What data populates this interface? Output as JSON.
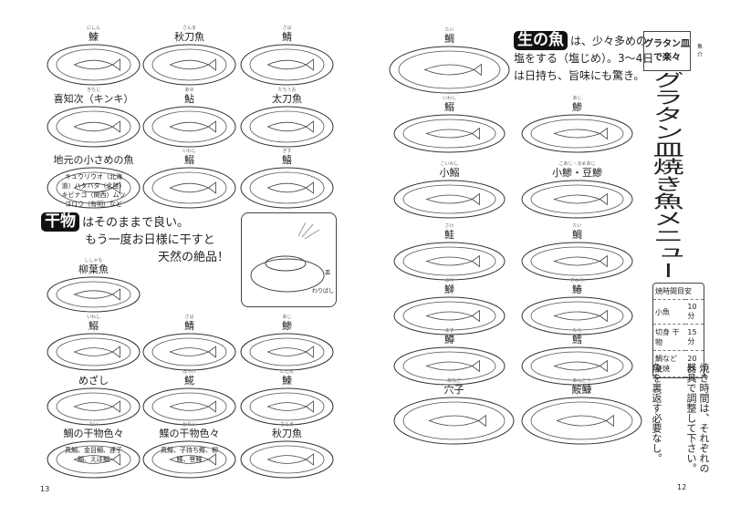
{
  "left_page": {
    "page_number": "13",
    "dishes_top": [
      {
        "ruby": "にしん",
        "label": "鰊"
      },
      {
        "ruby": "さんま",
        "label": "秋刀魚"
      },
      {
        "ruby": "さば",
        "label": "鯖"
      },
      {
        "ruby": "きちじ",
        "label": "喜知次（キンキ）"
      },
      {
        "ruby": "あゆ",
        "label": "鮎"
      },
      {
        "ruby": "たちうお",
        "label": "太刀魚"
      },
      {
        "ruby": "",
        "label": "地元の小さめの魚",
        "plate_text": "キュウリウオ（北海道）ハタハタ（北陸）キビナゴ（関西）ムツゴロウ（有明）など"
      },
      {
        "ruby": "いわし",
        "label": "鰯"
      },
      {
        "ruby": "きす",
        "label": "鱚"
      }
    ],
    "himono": {
      "badge": "干物",
      "line1": "はそのままで良い。",
      "line2": "もう一度お日様に干すと",
      "line3": "天然の絶品！",
      "illus_labels": [
        "皿",
        "わりばし"
      ]
    },
    "dishes_bottom": [
      {
        "ruby": "ししゃも",
        "label": "柳葉魚"
      },
      {
        "ruby": "いわし",
        "label": "鰯"
      },
      {
        "ruby": "さば",
        "label": "鯖"
      },
      {
        "ruby": "あじ",
        "label": "鯵"
      },
      {
        "ruby": "",
        "label": "めざし"
      },
      {
        "ruby": "ほっけ",
        "label": "𩸽"
      },
      {
        "ruby": "にしん",
        "label": "鰊"
      },
      {
        "ruby": "たい",
        "label": "鯛の干物色々",
        "plate_text": "真鯛、金目鯛、連子鯛、えぼ鯛"
      },
      {
        "ruby": "かれい",
        "label": "鰈の干物色々",
        "plate_text": "真鰈、子持ち鰈、柳鰈、笹鰈"
      },
      {
        "ruby": "さんま",
        "label": "秋刀魚"
      }
    ]
  },
  "right_page": {
    "page_number": "12",
    "category_box": "グラタン皿で楽々",
    "category": "魚介",
    "title": "グラタン皿焼き魚メニュー",
    "namazakana": {
      "badge": "生の魚",
      "line1": "は、少々多めの",
      "line2": "塩をする（塩じめ）。3〜4日",
      "line3": "は日持ち、旨味にも驚き。"
    },
    "dishes": [
      {
        "ruby": "たい",
        "label": "鯛"
      },
      {
        "ruby": "いわし",
        "label": "鰯"
      },
      {
        "ruby": "あじ",
        "label": "鯵"
      },
      {
        "ruby": "こいわし",
        "label": "小鰯"
      },
      {
        "ruby": "こあじ・まめあじ",
        "label": "小鯵・豆鯵"
      },
      {
        "ruby": "さけ",
        "label": "鮭"
      },
      {
        "ruby": "たい",
        "label": "鯛"
      },
      {
        "ruby": "ぶり",
        "label": "鰤"
      },
      {
        "ruby": "さわら",
        "label": "鰆"
      },
      {
        "ruby": "ます",
        "label": "鱒"
      },
      {
        "ruby": "たら",
        "label": "鱈"
      },
      {
        "ruby": "あなご",
        "label": "穴子"
      },
      {
        "ruby": "あんこう",
        "label": "鮟鱇"
      }
    ],
    "time_table": {
      "header": "焼時間目安",
      "rows": [
        {
          "item": "小魚",
          "time": "10分"
        },
        {
          "item": "切身 干物",
          "time": "15分"
        },
        {
          "item": "鯛など 姿焼",
          "time": "20分"
        }
      ]
    },
    "note1": "焼き時間は、それぞれの器具で調整して下さい。",
    "note2": "魚を裏返す必要なし。"
  }
}
